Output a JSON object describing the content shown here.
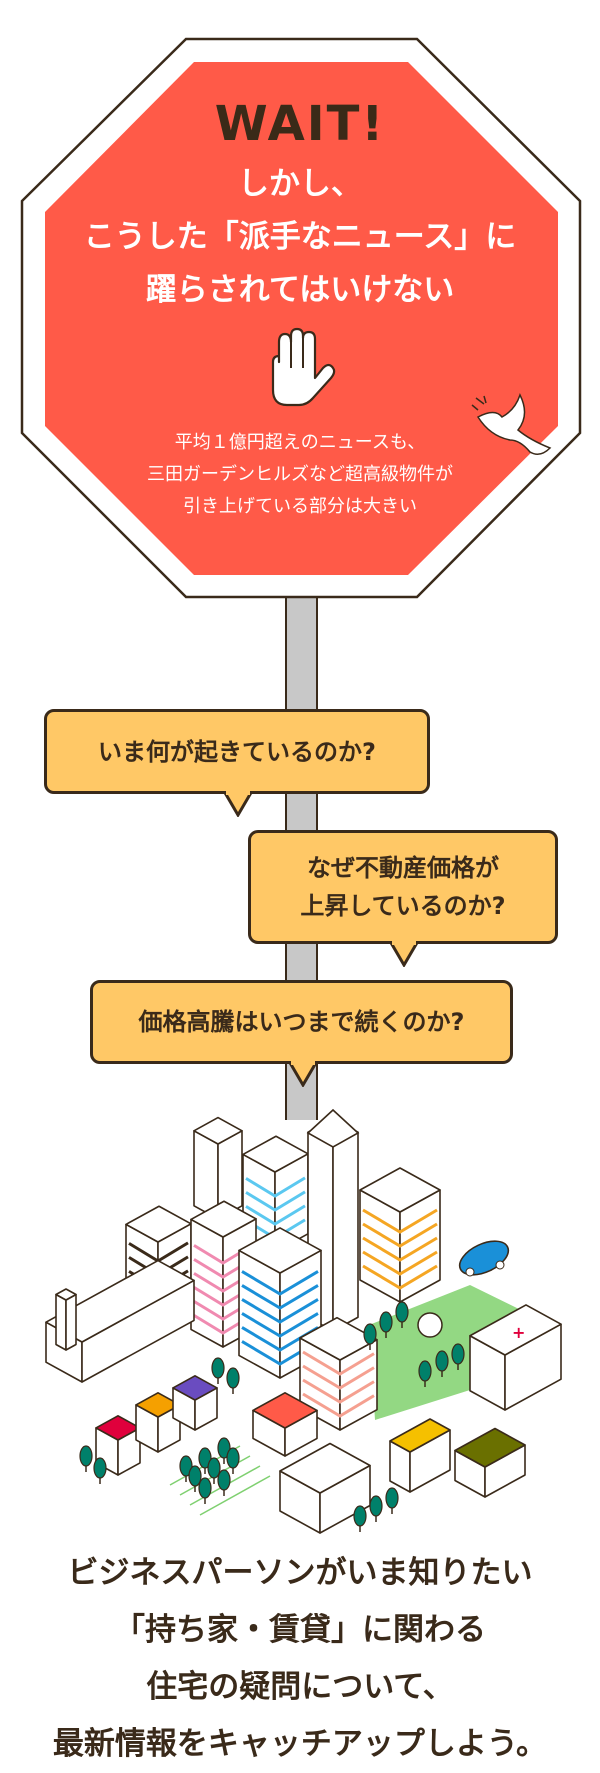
{
  "sign": {
    "title": "WAIT!",
    "headline": [
      "しかし、",
      "こうした「派手なニュース」に",
      "躍らされてはいけない"
    ],
    "note": [
      "平均１億円超えのニュースも、",
      "三田ガーデンヒルズなど超高級物件が",
      "引き上げている部分は大きい"
    ],
    "colors": {
      "red": "#ff5a48",
      "outline": "#3a2a1a"
    }
  },
  "bubbles": [
    {
      "lines": [
        "いま何が起きているのか?"
      ]
    },
    {
      "lines": [
        "なぜ不動産価格が",
        "上昇しているのか?"
      ]
    },
    {
      "lines": [
        "価格高騰はいつまで続くのか?"
      ]
    }
  ],
  "bottom_copy": [
    "ビジネスパーソンがいま知りたい",
    "「持ち家・賃貸」に関わる",
    "住宅の疑問について、",
    "最新情報をキャッチアップしよう。"
  ],
  "colors": {
    "bubble": "#ffc866",
    "pole": "#c8c8c8",
    "park": "#93d883",
    "tree": "#00806a"
  }
}
